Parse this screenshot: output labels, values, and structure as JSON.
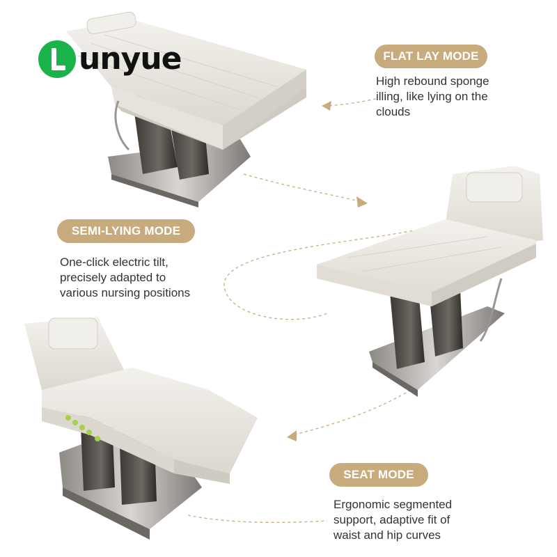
{
  "brand": {
    "name": "unyue",
    "colors": {
      "green": "#1bb24b",
      "gold": "#c8ab7c"
    }
  },
  "modes": [
    {
      "title": "FLAT LAY MODE",
      "lines": [
        "High rebound sponge",
        "illing, like lying on the",
        "clouds"
      ]
    },
    {
      "title": "SEMI-LYING MODE",
      "lines": [
        "One-click electric tilt,",
        "precisely adapted to",
        "various nursing positions"
      ]
    },
    {
      "title": "SEAT MODE",
      "lines": [
        "Ergonomic segmented",
        "support, adaptive fit of",
        "waist and hip curves"
      ]
    }
  ]
}
